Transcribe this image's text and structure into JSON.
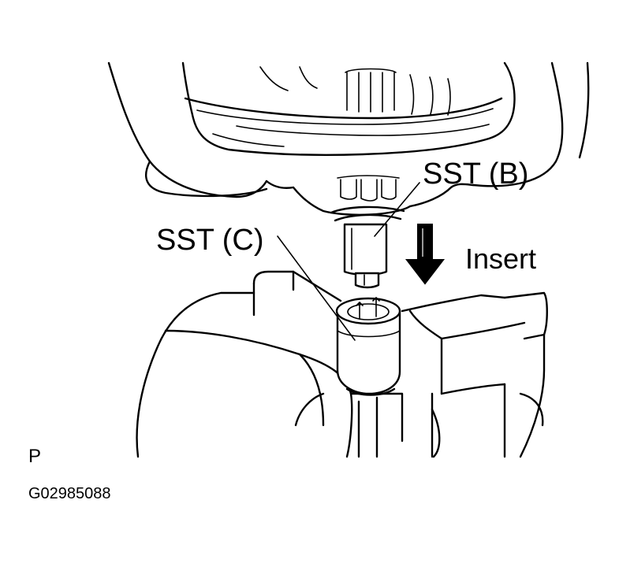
{
  "labels": {
    "sst_b": "SST (B)",
    "sst_c": "SST (C)",
    "insert": "Insert",
    "view_code": "P",
    "figure_id": "G02985088"
  },
  "colors": {
    "ink": "#000000",
    "paper": "#ffffff"
  },
  "icons": {
    "direction": "arrow-down-icon"
  }
}
